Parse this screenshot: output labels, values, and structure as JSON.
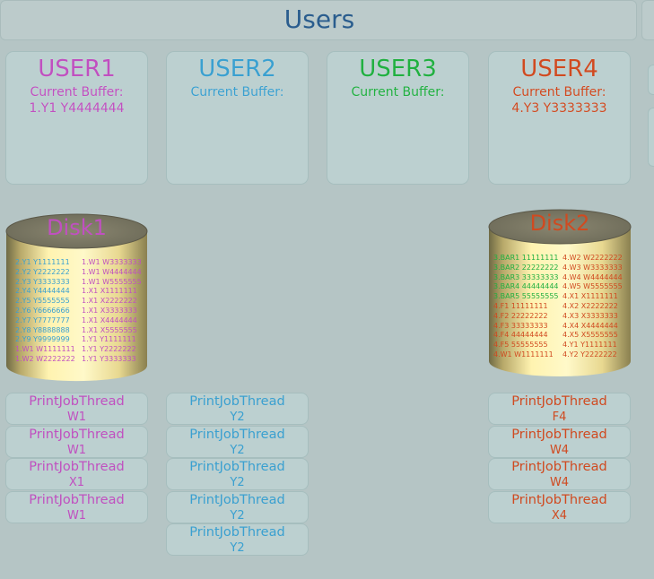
{
  "header": {
    "title": "Users"
  },
  "colors": {
    "user1": "#c050c0",
    "user2": "#3aa0d0",
    "user3": "#20b040",
    "user4": "#d04a20"
  },
  "users": [
    {
      "name": "USER1",
      "buffer_label": "Current Buffer:",
      "buffer_value": "1.Y1 Y4444444"
    },
    {
      "name": "USER2",
      "buffer_label": "Current Buffer:",
      "buffer_value": ""
    },
    {
      "name": "USER3",
      "buffer_label": "Current Buffer:",
      "buffer_value": ""
    },
    {
      "name": "USER4",
      "buffer_label": "Current Buffer:",
      "buffer_value": "4.Y3 Y3333333"
    }
  ],
  "disks": [
    {
      "name": "Disk1",
      "entries": [
        {
          "text": "2.Y1 Y1111111",
          "owner": "user2"
        },
        {
          "text": "2.Y2 Y2222222",
          "owner": "user2"
        },
        {
          "text": "2.Y3 Y3333333",
          "owner": "user2"
        },
        {
          "text": "2.Y4 Y4444444",
          "owner": "user2"
        },
        {
          "text": "2.Y5 Y5555555",
          "owner": "user2"
        },
        {
          "text": "2.Y6 Y6666666",
          "owner": "user2"
        },
        {
          "text": "2.Y7 Y7777777",
          "owner": "user2"
        },
        {
          "text": "2.Y8 Y8888888",
          "owner": "user2"
        },
        {
          "text": "2.Y9 Y9999999",
          "owner": "user2"
        },
        {
          "text": "1.W1 W1111111",
          "owner": "user1"
        },
        {
          "text": "1.W2 W2222222",
          "owner": "user1"
        },
        {
          "text": "1.W1 W3333333",
          "owner": "user1"
        },
        {
          "text": "1.W1 W4444444",
          "owner": "user1"
        },
        {
          "text": "1.W1 W5555555",
          "owner": "user1"
        },
        {
          "text": "1.X1 X1111111",
          "owner": "user1"
        },
        {
          "text": "1.X1 X2222222",
          "owner": "user1"
        },
        {
          "text": "1.X1 X3333333",
          "owner": "user1"
        },
        {
          "text": "1.X1 X4444444",
          "owner": "user1"
        },
        {
          "text": "1.X1 X5555555",
          "owner": "user1"
        },
        {
          "text": "1.Y1 Y1111111",
          "owner": "user1"
        },
        {
          "text": "1.Y1 Y2222222",
          "owner": "user1"
        },
        {
          "text": "1.Y1 Y3333333",
          "owner": "user1"
        }
      ]
    },
    {
      "name": "Disk2",
      "entries": [
        {
          "text": "3.BAR1 11111111",
          "owner": "user3"
        },
        {
          "text": "3.BAR2 22222222",
          "owner": "user3"
        },
        {
          "text": "3.BAR3 33333333",
          "owner": "user3"
        },
        {
          "text": "3.BAR4 44444444",
          "owner": "user3"
        },
        {
          "text": "3.BAR5 55555555",
          "owner": "user3"
        },
        {
          "text": "4.F1 11111111",
          "owner": "user4"
        },
        {
          "text": "4.F2 22222222",
          "owner": "user4"
        },
        {
          "text": "4.F3 33333333",
          "owner": "user4"
        },
        {
          "text": "4.F4 44444444",
          "owner": "user4"
        },
        {
          "text": "4.F5 55555555",
          "owner": "user4"
        },
        {
          "text": "4.W1 W1111111",
          "owner": "user4"
        },
        {
          "text": "4.W2 W2222222",
          "owner": "user4"
        },
        {
          "text": "4.W3 W3333333",
          "owner": "user4"
        },
        {
          "text": "4.W4 W4444444",
          "owner": "user4"
        },
        {
          "text": "4.W5 W5555555",
          "owner": "user4"
        },
        {
          "text": "4.X1 X1111111",
          "owner": "user4"
        },
        {
          "text": "4.X2 X2222222",
          "owner": "user4"
        },
        {
          "text": "4.X3 X3333333",
          "owner": "user4"
        },
        {
          "text": "4.X4 X4444444",
          "owner": "user4"
        },
        {
          "text": "4.X5 X5555555",
          "owner": "user4"
        },
        {
          "text": "4.Y1 Y1111111",
          "owner": "user4"
        },
        {
          "text": "4.Y2 Y2222222",
          "owner": "user4"
        }
      ]
    }
  ],
  "print_jobs": {
    "user1": [
      {
        "label": "PrintJobThread",
        "target": "W1"
      },
      {
        "label": "PrintJobThread",
        "target": "W1"
      },
      {
        "label": "PrintJobThread",
        "target": "X1"
      },
      {
        "label": "PrintJobThread",
        "target": "W1"
      }
    ],
    "user2": [
      {
        "label": "PrintJobThread",
        "target": "Y2"
      },
      {
        "label": "PrintJobThread",
        "target": "Y2"
      },
      {
        "label": "PrintJobThread",
        "target": "Y2"
      },
      {
        "label": "PrintJobThread",
        "target": "Y2"
      },
      {
        "label": "PrintJobThread",
        "target": "Y2"
      }
    ],
    "user3": [],
    "user4": [
      {
        "label": "PrintJobThread",
        "target": "F4"
      },
      {
        "label": "PrintJobThread",
        "target": "W4"
      },
      {
        "label": "PrintJobThread",
        "target": "W4"
      },
      {
        "label": "PrintJobThread",
        "target": "X4"
      }
    ]
  }
}
